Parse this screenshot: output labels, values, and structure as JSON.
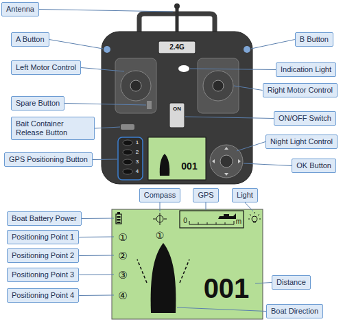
{
  "diagram": {
    "nodes": [
      {
        "text": [
          "Antenna"
        ]
      },
      {
        "text": [
          "A Button"
        ]
      },
      {
        "text": [
          "B Button"
        ]
      },
      {
        "text": [
          "Left Motor Control"
        ]
      },
      {
        "text": [
          "Indication Light"
        ]
      },
      {
        "text": [
          "Right Motor Control"
        ]
      },
      {
        "text": [
          "Spare Button"
        ]
      },
      {
        "text": [
          "ON/OFF Switch"
        ]
      },
      {
        "text": [
          "Bait Container Release Button"
        ]
      },
      {
        "text": [
          "Night Light Control"
        ]
      },
      {
        "text": [
          "GPS Positioning Button"
        ]
      },
      {
        "text": [
          "OK Button"
        ]
      },
      {
        "text": [
          "Compass"
        ]
      },
      {
        "text": [
          "GPS"
        ]
      },
      {
        "text": [
          "Light"
        ]
      },
      {
        "text": [
          "Boat Battery Power"
        ]
      },
      {
        "text": [
          "Positioning Point 1"
        ]
      },
      {
        "text": [
          "Positioning Point 2"
        ]
      },
      {
        "text": [
          "Positioning Point 3"
        ]
      },
      {
        "text": [
          "Positioning Point 4"
        ]
      },
      {
        "text": [
          "Distance"
        ]
      },
      {
        "text": [
          "Boat Direction"
        ]
      }
    ],
    "labels": [
      "2.4G",
      "ON",
      "1",
      "2",
      "3",
      "4",
      "001",
      "①",
      "①",
      "②",
      "③",
      "④",
      "0",
      "m",
      "001"
    ]
  }
}
